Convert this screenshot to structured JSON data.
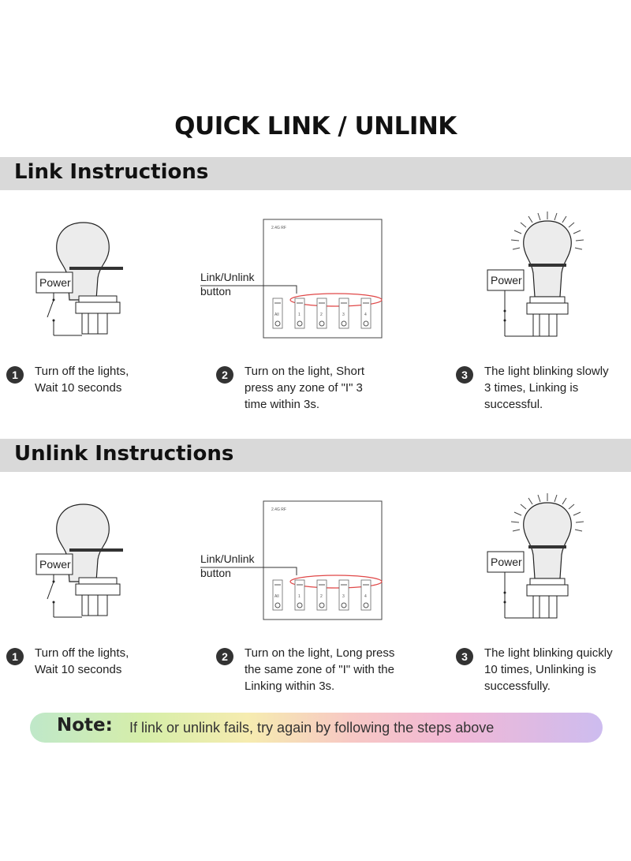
{
  "title": "QUICK LINK / UNLINK",
  "link": {
    "header": "Link Instructions",
    "power_label": "Power",
    "button_label_1": "Link/Unlink",
    "button_label_2": "button",
    "panel_brand": "2.4G RF",
    "zones": [
      "All",
      "1",
      "2",
      "3",
      "4"
    ],
    "steps": [
      {
        "num": "1",
        "text": "Turn off the lights,\nWait 10 seconds"
      },
      {
        "num": "2",
        "text": "Turn on the light, Short\npress any zone of \"I\" 3\ntime within 3s."
      },
      {
        "num": "3",
        "text": "The light blinking slowly\n3 times, Linking is\nsuccessful."
      }
    ]
  },
  "unlink": {
    "header": "Unlink Instructions",
    "power_label": "Power",
    "button_label_1": "Link/Unlink",
    "button_label_2": "button",
    "panel_brand": "2.4G RF",
    "zones": [
      "All",
      "1",
      "2",
      "3",
      "4"
    ],
    "steps": [
      {
        "num": "1",
        "text": "Turn off the lights,\nWait 10 seconds"
      },
      {
        "num": "2",
        "text": "Turn on the light, Long press\nthe same zone of \"I\" with the\nLinking within 3s."
      },
      {
        "num": "3",
        "text": "The light blinking quickly\n10 times, Unlinking is\nsuccessfully."
      }
    ]
  },
  "note": {
    "label": "Note:",
    "text": "If link or unlink fails, try again by following the steps above"
  }
}
